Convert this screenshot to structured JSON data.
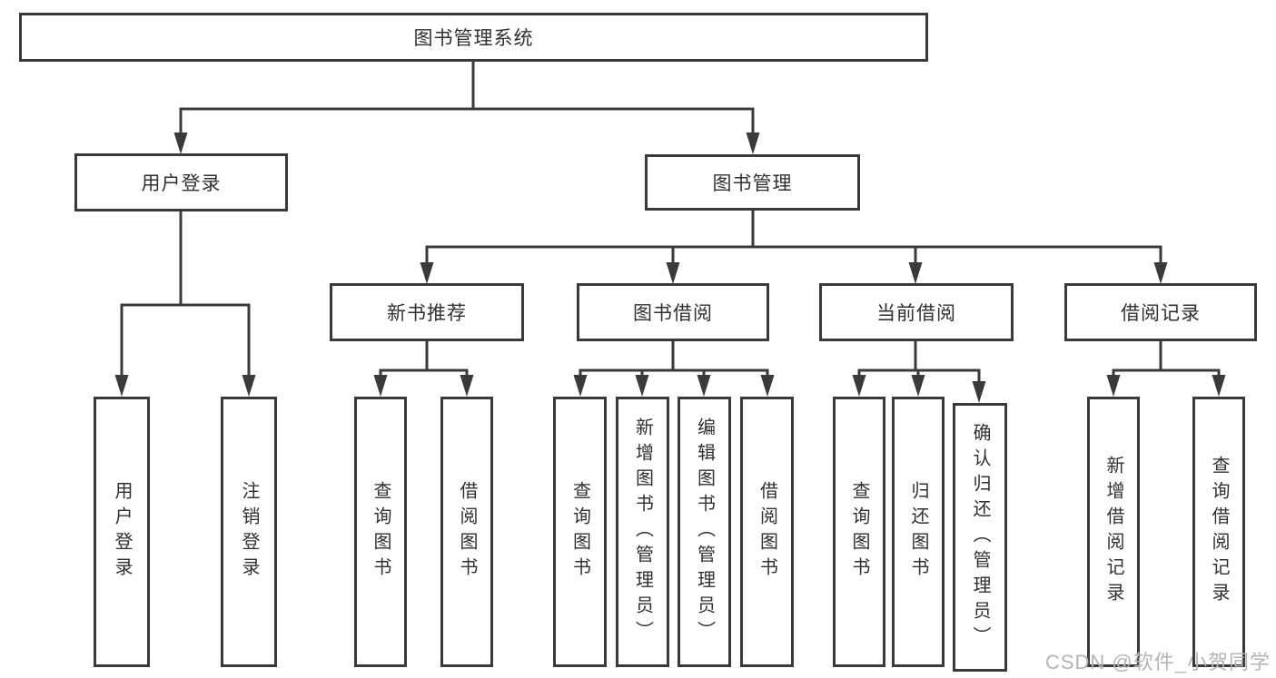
{
  "colors": {
    "line": "#3a3a3a",
    "text": "#303030",
    "watermark": "#b4b4b4",
    "background": "#ffffff"
  },
  "watermark": {
    "text": "CSDN @软件_小贺同学"
  },
  "tree": {
    "root": "图书管理系统",
    "branches": [
      {
        "label": "用户登录",
        "leaves": [
          "用户登录",
          "注销登录"
        ]
      },
      {
        "label": "图书管理",
        "groups": [
          {
            "label": "新书推荐",
            "leaves": [
              "查询图书",
              "借阅图书"
            ]
          },
          {
            "label": "图书借阅",
            "leaves": [
              "查询图书",
              "新增图书（管理员）",
              "编辑图书（管理员）",
              "借阅图书"
            ]
          },
          {
            "label": "当前借阅",
            "leaves": [
              "查询图书",
              "归还图书",
              "确认归还（管理员）"
            ]
          },
          {
            "label": "借阅记录",
            "leaves": [
              "新增借阅记录",
              "查询借阅记录"
            ]
          }
        ]
      }
    ]
  }
}
